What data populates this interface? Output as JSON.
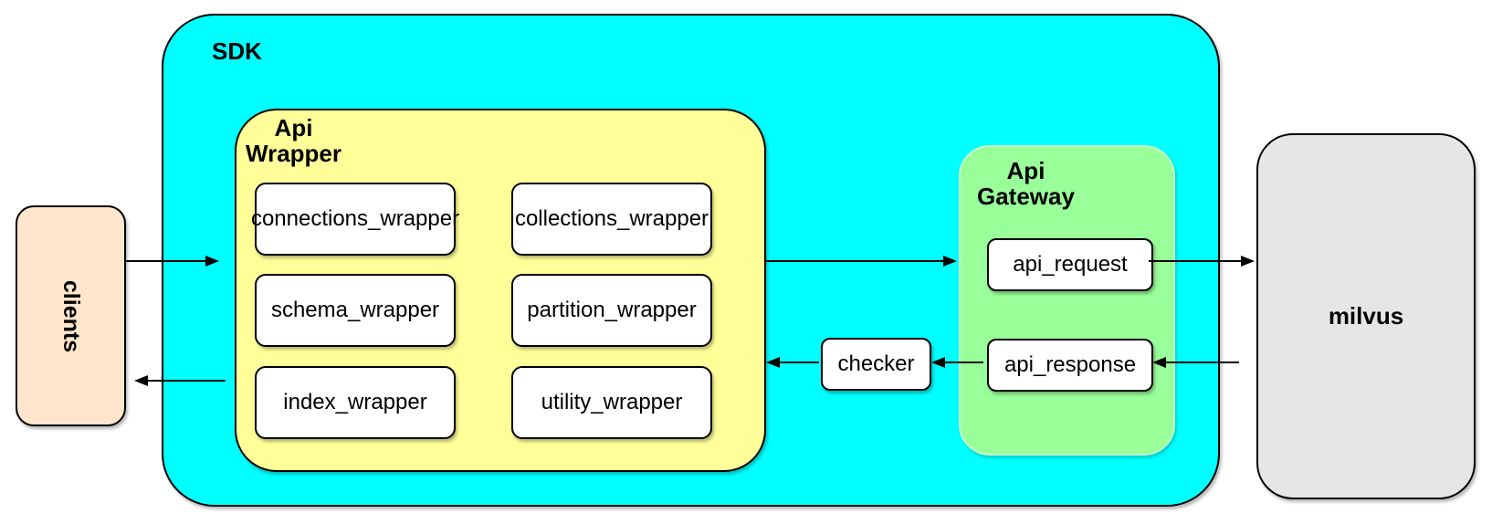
{
  "colors": {
    "sdk": "#00ffff",
    "api-wrapper": "#ffff99",
    "api-gateway": "#99ff99",
    "clients": "#ffe6cc",
    "milvus": "#e6e6e6",
    "node": "#ffffff",
    "ink": "#000000"
  },
  "clients": {
    "label": "clients"
  },
  "sdk": {
    "label": "SDK",
    "api_wrapper": {
      "label": "Api\nWrapper",
      "boxes": [
        "connections_wrapper",
        "collections_wrapper",
        "schema_wrapper",
        "partition_wrapper",
        "index_wrapper",
        "utility_wrapper"
      ]
    },
    "checker": {
      "label": "checker"
    },
    "api_gateway": {
      "label": "Api\nGateway",
      "boxes": [
        "api_request",
        "api_response"
      ]
    }
  },
  "milvus": {
    "label": "milvus"
  }
}
